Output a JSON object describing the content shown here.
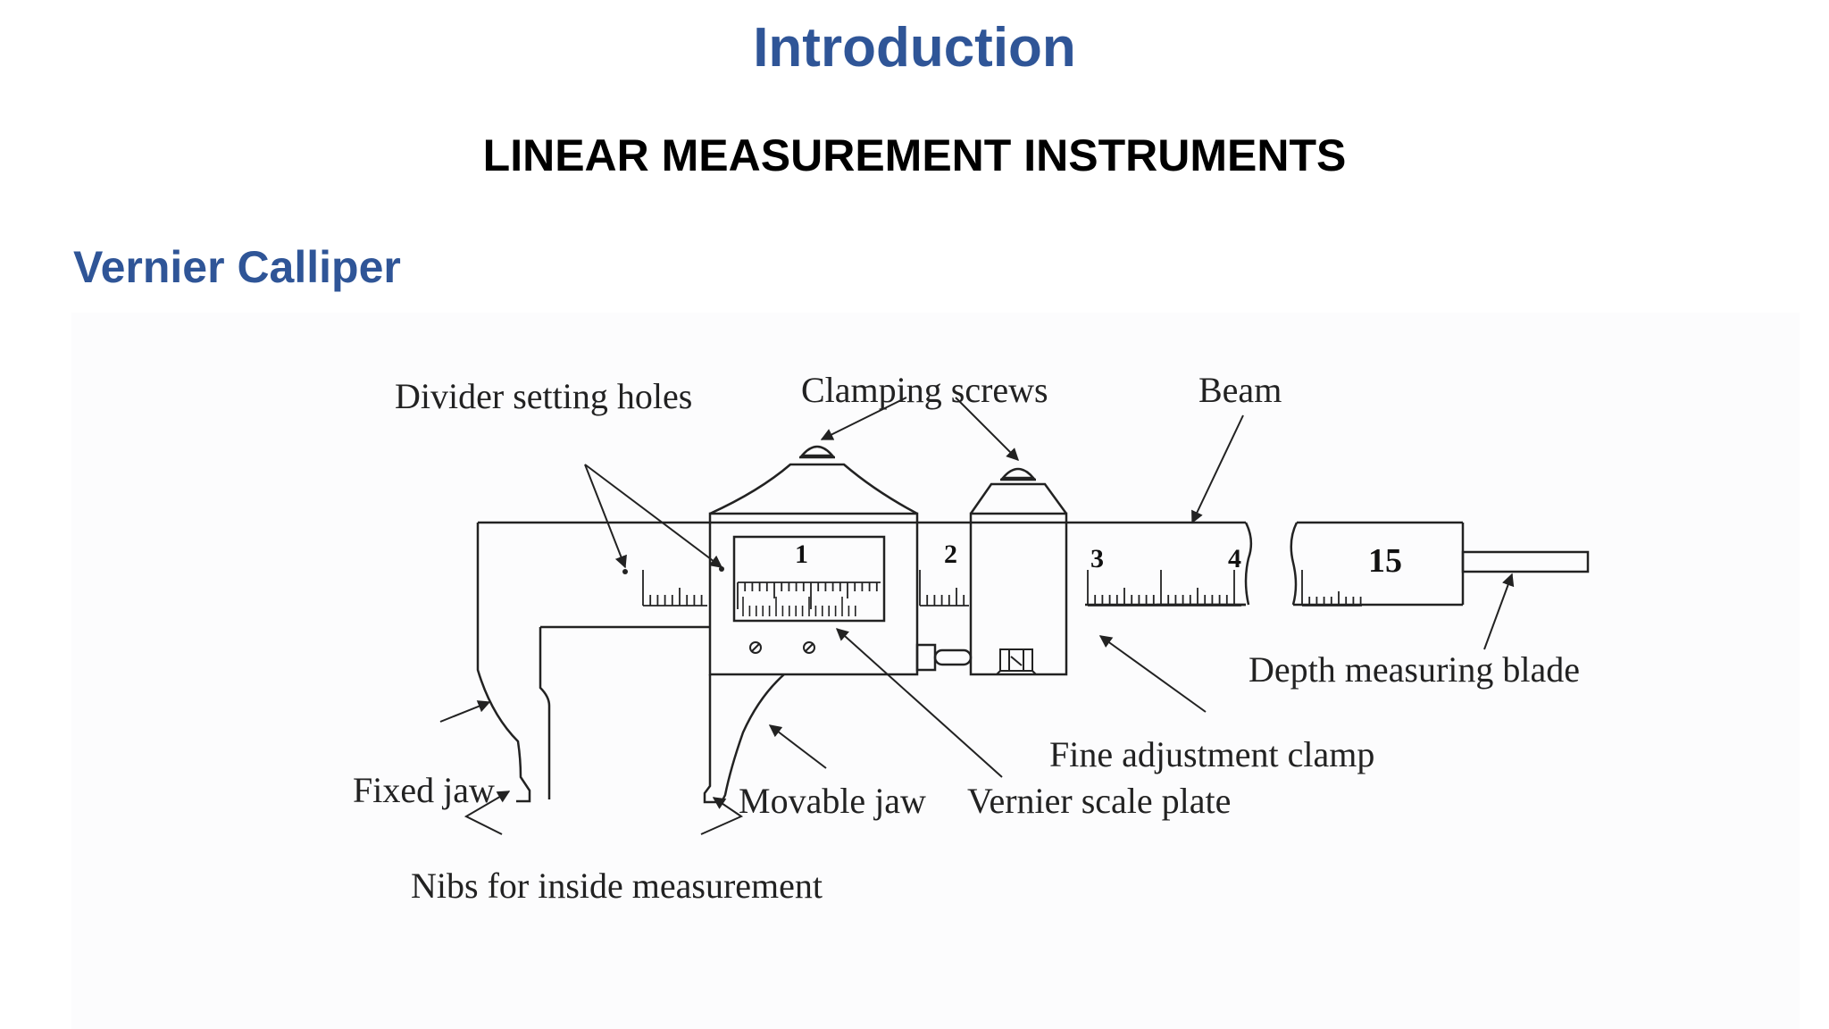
{
  "slide": {
    "title": "Introduction",
    "subtitle": "LINEAR MEASUREMENT INSTRUMENTS",
    "section_heading": "Vernier Calliper"
  },
  "diagram": {
    "labels": {
      "divider_setting_holes": "Divider setting holes",
      "clamping_screws": "Clamping screws",
      "beam": "Beam",
      "depth_measuring_blade": "Depth measuring blade",
      "fine_adjustment_clamp": "Fine adjustment clamp",
      "fixed_jaw": "Fixed jaw",
      "movable_jaw": "Movable jaw",
      "vernier_scale_plate": "Vernier scale plate",
      "nibs_for_inside_measurement": "Nibs for inside measurement"
    },
    "scale_numbers": {
      "n1": "1",
      "n2": "2",
      "n3": "3",
      "n4": "4",
      "n15": "15"
    }
  },
  "colors": {
    "heading_blue": "#2f5597",
    "text_black": "#000000"
  }
}
